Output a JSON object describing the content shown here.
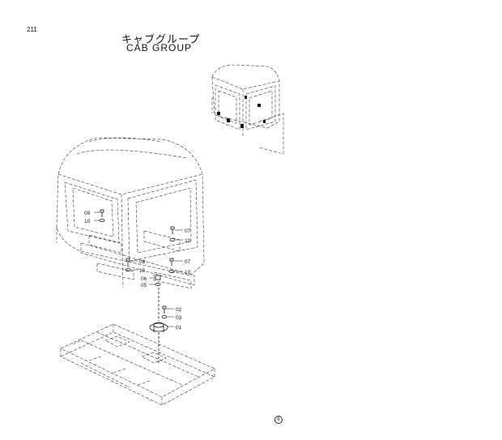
{
  "page": {
    "number": "211",
    "title_jp": "キャブグループ",
    "title_en": "CAB GROUP",
    "footer_mark": "6"
  },
  "part_callouts": [
    {
      "id": "c09a",
      "label": "09"
    },
    {
      "id": "c10a",
      "label": "10"
    },
    {
      "id": "c07a",
      "label": "07"
    },
    {
      "id": "c10b",
      "label": "10"
    },
    {
      "id": "c08",
      "label": "08"
    },
    {
      "id": "c10c",
      "label": "10"
    },
    {
      "id": "c07b",
      "label": "07"
    },
    {
      "id": "c10d",
      "label": "10"
    },
    {
      "id": "c06",
      "label": "06"
    },
    {
      "id": "c05",
      "label": "05"
    },
    {
      "id": "c02",
      "label": "02"
    },
    {
      "id": "c03",
      "label": "03"
    },
    {
      "id": "c01",
      "label": "01"
    }
  ]
}
